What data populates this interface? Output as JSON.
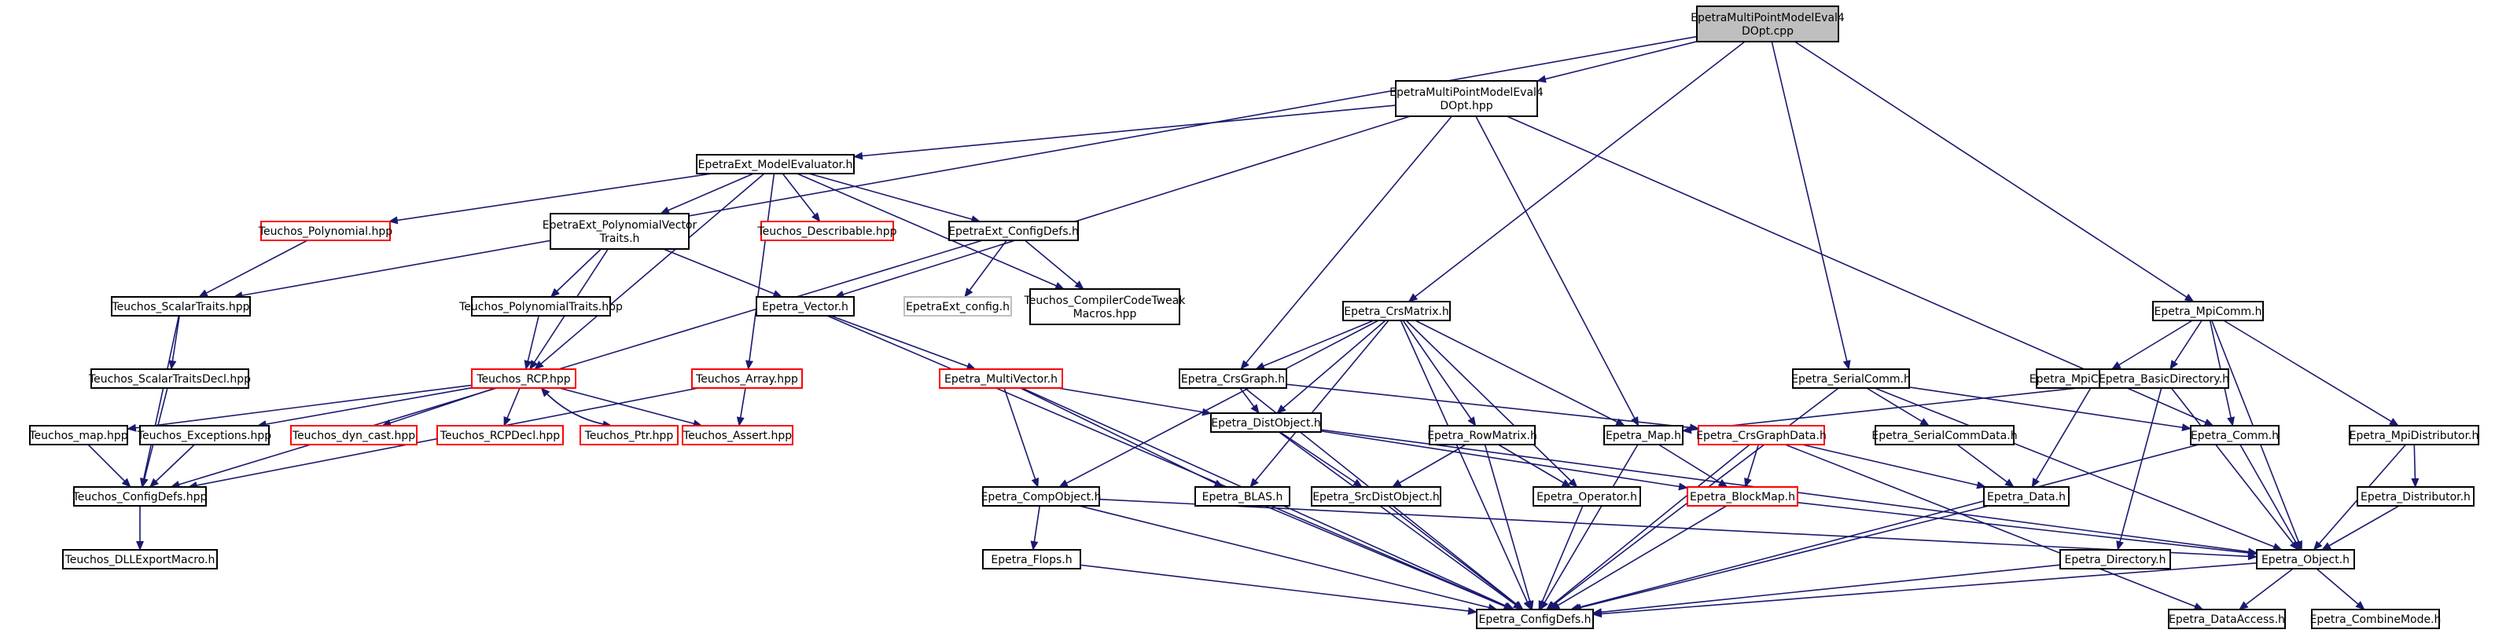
{
  "colors": {
    "edge": "#191970",
    "node_border": "#000000",
    "node_fill": "#ffffff",
    "missing_border": "#ff0000",
    "external_border": "#bfbfbf",
    "root_fill": "#bfbfbf"
  },
  "diagram": {
    "nodes": [
      {
        "id": "root",
        "label": [
          "EpetraMultiPointModelEval4",
          "DOpt.cpp"
        ],
        "style": "root"
      },
      {
        "id": "eval_hpp",
        "label": [
          "EpetraMultiPointModelEval4",
          "DOpt.hpp"
        ],
        "style": "normal"
      },
      {
        "id": "me_h",
        "label": [
          "EpetraExt_ModelEvaluator.h"
        ],
        "style": "normal"
      },
      {
        "id": "t_poly",
        "label": [
          "Teuchos_Polynomial.hpp"
        ],
        "style": "missing"
      },
      {
        "id": "pvt",
        "label": [
          "EpetraExt_PolynomialVector",
          "Traits.h"
        ],
        "style": "normal"
      },
      {
        "id": "t_desc",
        "label": [
          "Teuchos_Describable.hpp"
        ],
        "style": "missing"
      },
      {
        "id": "ext_cfg",
        "label": [
          "EpetraExt_ConfigDefs.h"
        ],
        "style": "normal"
      },
      {
        "id": "t_sct",
        "label": [
          "Teuchos_ScalarTraits.hpp"
        ],
        "style": "normal"
      },
      {
        "id": "t_ptr_traits",
        "label": [
          "Teuchos_PolynomialTraits.hpp"
        ],
        "style": "normal"
      },
      {
        "id": "e_vec",
        "label": [
          "Epetra_Vector.h"
        ],
        "style": "normal"
      },
      {
        "id": "ext_config_h",
        "label": [
          "EpetraExt_config.h"
        ],
        "style": "external"
      },
      {
        "id": "t_cct",
        "label": [
          "Teuchos_CompilerCodeTweak",
          "Macros.hpp"
        ],
        "style": "normal"
      },
      {
        "id": "t_sctd",
        "label": [
          "Teuchos_ScalarTraitsDecl.hpp"
        ],
        "style": "normal"
      },
      {
        "id": "t_rcp",
        "label": [
          "Teuchos_RCP.hpp"
        ],
        "style": "missing"
      },
      {
        "id": "t_array",
        "label": [
          "Teuchos_Array.hpp"
        ],
        "style": "missing"
      },
      {
        "id": "e_mv",
        "label": [
          "Epetra_MultiVector.h"
        ],
        "style": "missing"
      },
      {
        "id": "t_map",
        "label": [
          "Teuchos_map.hpp"
        ],
        "style": "normal"
      },
      {
        "id": "t_exc",
        "label": [
          "Teuchos_Exceptions.hpp"
        ],
        "style": "normal"
      },
      {
        "id": "t_dyn",
        "label": [
          "Teuchos_dyn_cast.hpp"
        ],
        "style": "missing"
      },
      {
        "id": "t_rcpdecl",
        "label": [
          "Teuchos_RCPDecl.hpp"
        ],
        "style": "missing"
      },
      {
        "id": "t_ptr",
        "label": [
          "Teuchos_Ptr.hpp"
        ],
        "style": "missing"
      },
      {
        "id": "t_assert",
        "label": [
          "Teuchos_Assert.hpp"
        ],
        "style": "missing"
      },
      {
        "id": "t_cfg",
        "label": [
          "Teuchos_ConfigDefs.hpp"
        ],
        "style": "normal"
      },
      {
        "id": "t_dll",
        "label": [
          "Teuchos_DLLExportMacro.h"
        ],
        "style": "normal"
      },
      {
        "id": "crsmatrix",
        "label": [
          "Epetra_CrsMatrix.h"
        ],
        "style": "normal"
      },
      {
        "id": "crsgraph",
        "label": [
          "Epetra_CrsGraph.h"
        ],
        "style": "normal"
      },
      {
        "id": "distobj",
        "label": [
          "Epetra_DistObject.h"
        ],
        "style": "normal"
      },
      {
        "id": "rowmatrix",
        "label": [
          "Epetra_RowMatrix.h"
        ],
        "style": "normal"
      },
      {
        "id": "serialcomm",
        "label": [
          "Epetra_SerialComm.h"
        ],
        "style": "normal"
      },
      {
        "id": "mpicomm",
        "label": [
          "Epetra_MpiComm.h"
        ],
        "style": "normal"
      },
      {
        "id": "mpicommdata",
        "label": [
          "Epetra_MpiCommData.h"
        ],
        "style": "normal"
      },
      {
        "id": "basicdir",
        "label": [
          "Epetra_BasicDirectory.h"
        ],
        "style": "normal"
      },
      {
        "id": "map",
        "label": [
          "Epetra_Map.h"
        ],
        "style": "normal"
      },
      {
        "id": "crsgraphdata",
        "label": [
          "Epetra_CrsGraphData.h"
        ],
        "style": "missing"
      },
      {
        "id": "serialcommdata",
        "label": [
          "Epetra_SerialCommData.h"
        ],
        "style": "normal"
      },
      {
        "id": "comm",
        "label": [
          "Epetra_Comm.h"
        ],
        "style": "normal"
      },
      {
        "id": "mpidistributor",
        "label": [
          "Epetra_MpiDistributor.h"
        ],
        "style": "normal"
      },
      {
        "id": "compobj",
        "label": [
          "Epetra_CompObject.h"
        ],
        "style": "normal"
      },
      {
        "id": "blas",
        "label": [
          "Epetra_BLAS.h"
        ],
        "style": "normal"
      },
      {
        "id": "srcdist",
        "label": [
          "Epetra_SrcDistObject.h"
        ],
        "style": "normal"
      },
      {
        "id": "operator",
        "label": [
          "Epetra_Operator.h"
        ],
        "style": "normal"
      },
      {
        "id": "blockmap",
        "label": [
          "Epetra_BlockMap.h"
        ],
        "style": "missing"
      },
      {
        "id": "data",
        "label": [
          "Epetra_Data.h"
        ],
        "style": "normal"
      },
      {
        "id": "distributor",
        "label": [
          "Epetra_Distributor.h"
        ],
        "style": "normal"
      },
      {
        "id": "flops",
        "label": [
          "Epetra_Flops.h"
        ],
        "style": "normal"
      },
      {
        "id": "directory",
        "label": [
          "Epetra_Directory.h"
        ],
        "style": "normal"
      },
      {
        "id": "object",
        "label": [
          "Epetra_Object.h"
        ],
        "style": "normal"
      },
      {
        "id": "cfgdefs",
        "label": [
          "Epetra_ConfigDefs.h"
        ],
        "style": "normal"
      },
      {
        "id": "dataaccess",
        "label": [
          "Epetra_DataAccess.h"
        ],
        "style": "normal"
      },
      {
        "id": "combine",
        "label": [
          "Epetra_CombineMode.h"
        ],
        "style": "normal"
      }
    ],
    "edges": [
      [
        "root",
        "eval_hpp"
      ],
      [
        "root",
        "t_sct"
      ],
      [
        "root",
        "crsmatrix"
      ],
      [
        "root",
        "serialcomm"
      ],
      [
        "root",
        "mpicomm"
      ],
      [
        "eval_hpp",
        "me_h"
      ],
      [
        "eval_hpp",
        "e_vec"
      ],
      [
        "eval_hpp",
        "crsgraph"
      ],
      [
        "eval_hpp",
        "map"
      ],
      [
        "eval_hpp",
        "comm"
      ],
      [
        "me_h",
        "t_poly"
      ],
      [
        "me_h",
        "pvt"
      ],
      [
        "me_h",
        "t_desc"
      ],
      [
        "me_h",
        "ext_cfg"
      ],
      [
        "me_h",
        "t_rcp"
      ],
      [
        "me_h",
        "t_array"
      ],
      [
        "me_h",
        "t_cct"
      ],
      [
        "t_poly",
        "t_sct"
      ],
      [
        "pvt",
        "t_ptr_traits"
      ],
      [
        "pvt",
        "e_vec"
      ],
      [
        "pvt",
        "t_rcp"
      ],
      [
        "ext_cfg",
        "ext_config_h"
      ],
      [
        "ext_cfg",
        "t_cct"
      ],
      [
        "ext_cfg",
        "t_cfg"
      ],
      [
        "t_sct",
        "t_sctd"
      ],
      [
        "t_sct",
        "t_cfg"
      ],
      [
        "t_sctd",
        "t_cfg"
      ],
      [
        "t_ptr_traits",
        "t_rcp"
      ],
      [
        "e_vec",
        "e_mv"
      ],
      [
        "e_vec",
        "cfgdefs"
      ],
      [
        "t_rcp",
        "t_map"
      ],
      [
        "t_rcp",
        "t_exc"
      ],
      [
        "t_rcp",
        "t_dyn"
      ],
      [
        "t_rcp",
        "t_rcpdecl"
      ],
      [
        "t_rcp",
        "t_ptr"
      ],
      [
        "t_rcp",
        "t_assert"
      ],
      [
        "t_ptr",
        "t_rcp"
      ],
      [
        "t_array",
        "t_assert"
      ],
      [
        "t_array",
        "t_cfg"
      ],
      [
        "t_map",
        "t_cfg"
      ],
      [
        "t_exc",
        "t_cfg"
      ],
      [
        "t_cfg",
        "t_dll"
      ],
      [
        "e_mv",
        "distobj"
      ],
      [
        "e_mv",
        "compobj"
      ],
      [
        "e_mv",
        "blas"
      ],
      [
        "e_mv",
        "cfgdefs"
      ],
      [
        "crsmatrix",
        "crsgraph"
      ],
      [
        "crsmatrix",
        "distobj"
      ],
      [
        "crsmatrix",
        "compobj"
      ],
      [
        "crsmatrix",
        "blas"
      ],
      [
        "crsmatrix",
        "rowmatrix"
      ],
      [
        "crsmatrix",
        "operator"
      ],
      [
        "crsmatrix",
        "map"
      ],
      [
        "crsmatrix",
        "cfgdefs"
      ],
      [
        "crsgraph",
        "distobj"
      ],
      [
        "crsgraph",
        "crsgraphdata"
      ],
      [
        "crsgraph",
        "cfgdefs"
      ],
      [
        "distobj",
        "srcdist"
      ],
      [
        "distobj",
        "blockmap"
      ],
      [
        "distobj",
        "object"
      ],
      [
        "distobj",
        "cfgdefs"
      ],
      [
        "rowmatrix",
        "operator"
      ],
      [
        "rowmatrix",
        "srcdist"
      ],
      [
        "rowmatrix",
        "cfgdefs"
      ],
      [
        "serialcomm",
        "serialcommdata"
      ],
      [
        "serialcomm",
        "comm"
      ],
      [
        "serialcomm",
        "object"
      ],
      [
        "serialcomm",
        "cfgdefs"
      ],
      [
        "mpicomm",
        "mpicommdata"
      ],
      [
        "mpicomm",
        "basicdir"
      ],
      [
        "mpicomm",
        "comm"
      ],
      [
        "mpicomm",
        "mpidistributor"
      ],
      [
        "mpicomm",
        "object"
      ],
      [
        "mpicommdata",
        "data"
      ],
      [
        "basicdir",
        "map"
      ],
      [
        "basicdir",
        "directory"
      ],
      [
        "basicdir",
        "object"
      ],
      [
        "map",
        "blockmap"
      ],
      [
        "map",
        "cfgdefs"
      ],
      [
        "crsgraphdata",
        "blockmap"
      ],
      [
        "crsgraphdata",
        "data"
      ],
      [
        "crsgraphdata",
        "dataaccess"
      ],
      [
        "crsgraphdata",
        "cfgdefs"
      ],
      [
        "serialcommdata",
        "data"
      ],
      [
        "comm",
        "object"
      ],
      [
        "comm",
        "cfgdefs"
      ],
      [
        "mpidistributor",
        "distributor"
      ],
      [
        "mpidistributor",
        "object"
      ],
      [
        "compobj",
        "flops"
      ],
      [
        "compobj",
        "object"
      ],
      [
        "compobj",
        "cfgdefs"
      ],
      [
        "blas",
        "cfgdefs"
      ],
      [
        "srcdist",
        "cfgdefs"
      ],
      [
        "operator",
        "cfgdefs"
      ],
      [
        "blockmap",
        "object"
      ],
      [
        "blockmap",
        "cfgdefs"
      ],
      [
        "data",
        "cfgdefs"
      ],
      [
        "distributor",
        "object"
      ],
      [
        "flops",
        "cfgdefs"
      ],
      [
        "directory",
        "cfgdefs"
      ],
      [
        "object",
        "cfgdefs"
      ],
      [
        "object",
        "dataaccess"
      ],
      [
        "object",
        "combine"
      ]
    ]
  }
}
